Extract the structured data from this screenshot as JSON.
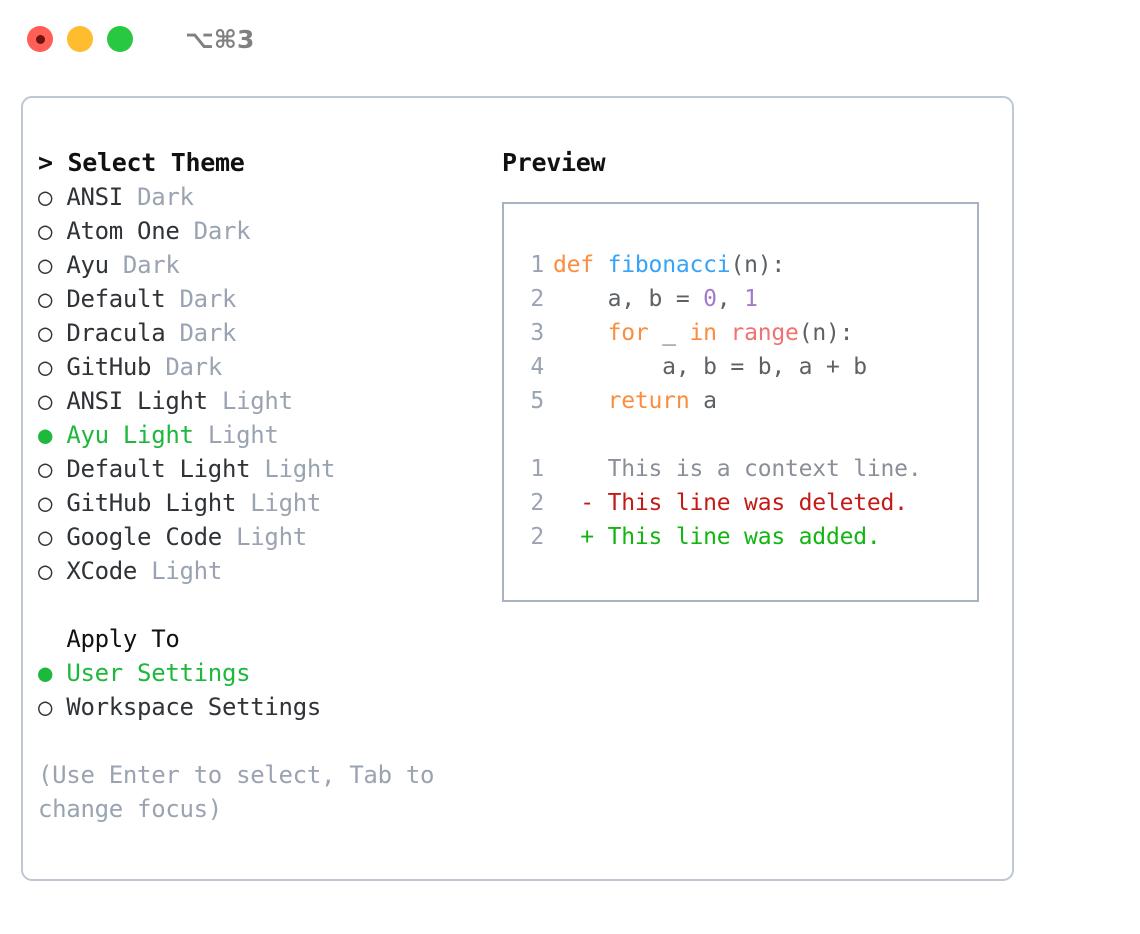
{
  "titlebar": {
    "buttons": [
      {
        "name": "close-button",
        "color": "#ff5f57",
        "has_dot": true
      },
      {
        "name": "minimize-button",
        "color": "#febc2e",
        "has_dot": false
      },
      {
        "name": "maximize-button",
        "color": "#28c840",
        "has_dot": false
      }
    ],
    "shortcut": "⌥⌘3"
  },
  "theme_list": {
    "prompt": ">",
    "title": "Select Theme",
    "marker_selected": "●",
    "marker_unselected": "○",
    "items": [
      {
        "name": "ANSI",
        "variant": "Dark",
        "selected": false
      },
      {
        "name": "Atom One",
        "variant": "Dark",
        "selected": false
      },
      {
        "name": "Ayu",
        "variant": "Dark",
        "selected": false
      },
      {
        "name": "Default",
        "variant": "Dark",
        "selected": false
      },
      {
        "name": "Dracula",
        "variant": "Dark",
        "selected": false
      },
      {
        "name": "GitHub",
        "variant": "Dark",
        "selected": false
      },
      {
        "name": "ANSI Light",
        "variant": "Light",
        "selected": false
      },
      {
        "name": "Ayu Light",
        "variant": "Light",
        "selected": true
      },
      {
        "name": "Default Light",
        "variant": "Light",
        "selected": false
      },
      {
        "name": "GitHub Light",
        "variant": "Light",
        "selected": false
      },
      {
        "name": "Google Code",
        "variant": "Light",
        "selected": false
      },
      {
        "name": "XCode",
        "variant": "Light",
        "selected": false
      }
    ]
  },
  "apply_to": {
    "title": "Apply To",
    "items": [
      {
        "name": "User Settings",
        "selected": true
      },
      {
        "name": "Workspace Settings",
        "selected": false
      }
    ]
  },
  "hint": "(Use Enter to select, Tab to change focus)",
  "preview": {
    "title": "Preview",
    "code_lines": [
      {
        "num": "1",
        "tokens": [
          {
            "t": "def",
            "c": "kw"
          },
          {
            "t": " ",
            "c": "plain"
          },
          {
            "t": "fibonacci",
            "c": "fn"
          },
          {
            "t": "(n):",
            "c": "plain"
          }
        ]
      },
      {
        "num": "2",
        "tokens": [
          {
            "t": "    a, b = ",
            "c": "plain"
          },
          {
            "t": "0",
            "c": "num"
          },
          {
            "t": ", ",
            "c": "plain"
          },
          {
            "t": "1",
            "c": "num"
          }
        ]
      },
      {
        "num": "3",
        "tokens": [
          {
            "t": "    ",
            "c": "plain"
          },
          {
            "t": "for",
            "c": "kw"
          },
          {
            "t": " _ ",
            "c": "plain"
          },
          {
            "t": "in",
            "c": "kw"
          },
          {
            "t": " ",
            "c": "plain"
          },
          {
            "t": "range",
            "c": "call"
          },
          {
            "t": "(n):",
            "c": "plain"
          }
        ]
      },
      {
        "num": "4",
        "tokens": [
          {
            "t": "        a, b = b, a + b",
            "c": "plain"
          }
        ]
      },
      {
        "num": "5",
        "tokens": [
          {
            "t": "    ",
            "c": "plain"
          },
          {
            "t": "return",
            "c": "kw"
          },
          {
            "t": " a",
            "c": "plain"
          }
        ]
      }
    ],
    "diff_lines": [
      {
        "num": "1",
        "prefix": " ",
        "text": "This is a context line.",
        "kind": "ctx"
      },
      {
        "num": "2",
        "prefix": "-",
        "text": "This line was deleted.",
        "kind": "del"
      },
      {
        "num": "2",
        "prefix": "+",
        "text": "This line was added.",
        "kind": "add"
      }
    ]
  },
  "colors": {
    "accent_green": "#1eb83d",
    "muted": "#9aa3b2",
    "keyword": "#fa8d3e",
    "function": "#36a3f7",
    "call": "#f07171",
    "number": "#a37acc",
    "diff_deleted": "#c41a16",
    "diff_added": "#12b512"
  }
}
